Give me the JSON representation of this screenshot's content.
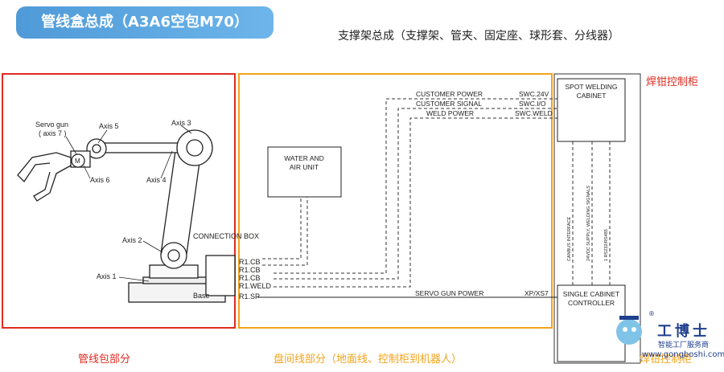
{
  "title": "管线盒总成（A3A6空包M70）",
  "top_caption": "支撑架总成（支撑架、管夹、固定座、球形套、分线器）",
  "red_caption": "焊钳控制柜",
  "bottom_labels": {
    "left": "管线包部分",
    "middle": "盘间线部分（地面线、控制柜到机器人）",
    "right": "焊钳控制柜"
  },
  "robot_labels": {
    "servo_gun": "Servo gun",
    "axis7": "( axis 7 )",
    "axis5": "Axis 5",
    "axis3": "Axis 3",
    "axis6": "Axis 6",
    "axis4": "Axis 4",
    "axis2": "Axis 2",
    "axis1": "Axis 1",
    "base": "Base",
    "motor": "M",
    "connection_box": "CONNECTION BOX"
  },
  "connectors": [
    "R1.CB",
    "R1.CB",
    "R1.CB",
    "R1.WELD",
    "R1.SP"
  ],
  "water_unit": [
    "WATER AND",
    "AIR UNIT"
  ],
  "spot_cabinet": [
    "SPOT WELDING",
    "CABINET"
  ],
  "controller": [
    "SINGLE CABINET",
    "CONTROLLER"
  ],
  "lines": {
    "customer_power": "CUSTOMER POWER",
    "customer_signal": "CUSTOMER SIGNAL",
    "weld_power": "WELD POWER",
    "servo_gun_power": "SERVO GUN POWER",
    "swc24": "SWC.24V",
    "swcio": "SWC.I/O",
    "swcweld": "SWC.WELD",
    "xp_xs7": "XP/XS7"
  },
  "vertical_labels": {
    "canbus": "CANBUS INTERFACE",
    "welding_signals": "24VDC SUPPLY, WELDING SIGNALS",
    "rs": "1 RS232/RS485"
  },
  "brand": {
    "name": "工博士",
    "sub": "智能工厂服务商",
    "url": "www.gongboshi.com",
    "reg": "®"
  },
  "colors": {
    "red": "#e02b1f",
    "orange": "#f2a31b",
    "blue": "#4f9ad8",
    "brand": "#1f3f8f"
  }
}
